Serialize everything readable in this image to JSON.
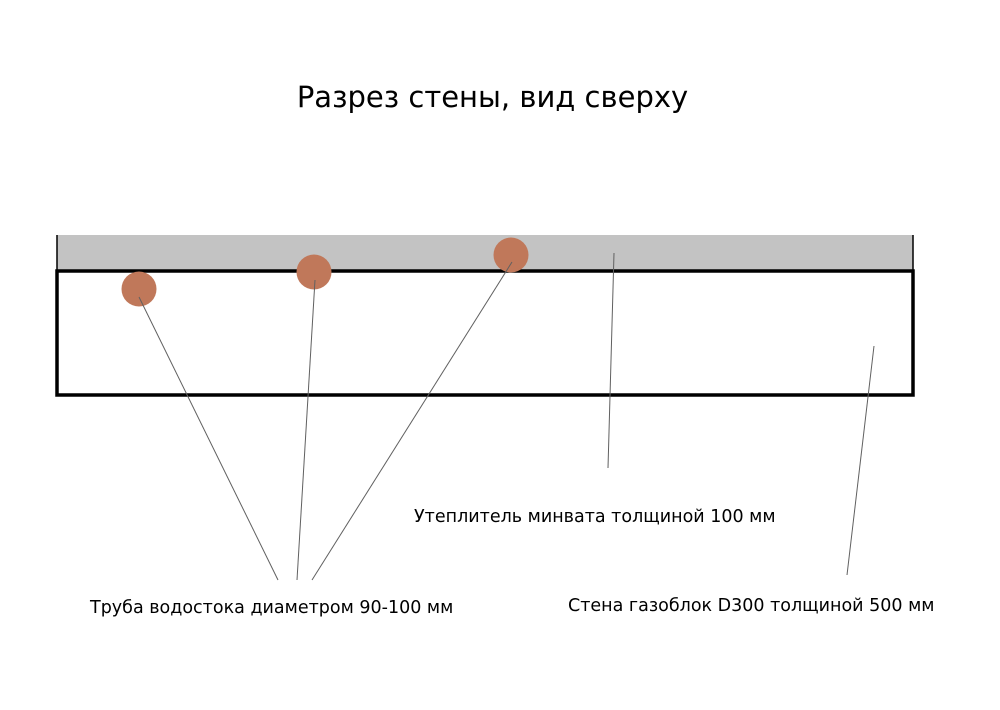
{
  "title": "Разрез стены, вид сверху",
  "labels": {
    "insulation": "Утеплитель минвата толщиной 100 мм",
    "pipe": "Труба водостока диаметром 90-100 мм",
    "wall": "Стена газоблок D300 толщиной 500 мм"
  },
  "colors": {
    "insulation_fill": "#c3c3c3",
    "wall_fill": "#ffffff",
    "wall_outline": "#000000",
    "pipe_fill": "#c0785a",
    "leader_line": "#606060",
    "background": "#ffffff"
  }
}
